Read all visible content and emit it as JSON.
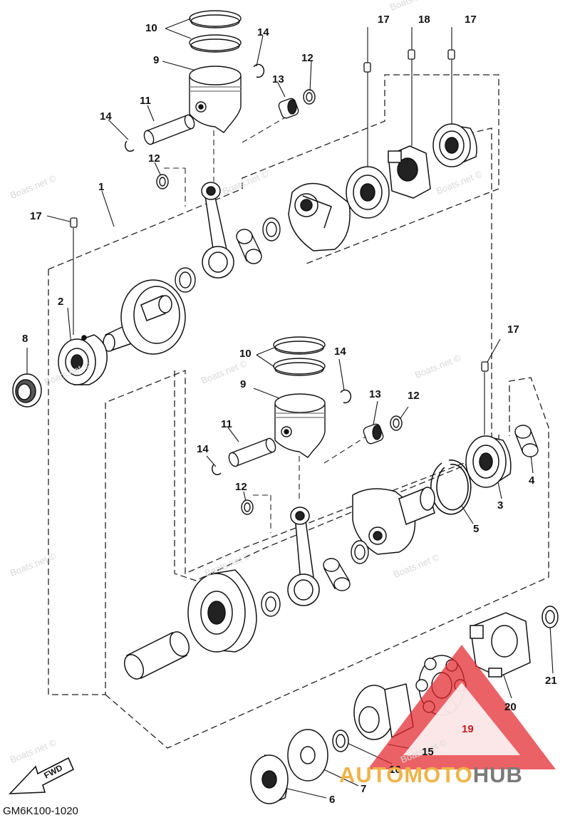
{
  "diagram_code": "GM6K100-1020",
  "fwd_label": "FWD",
  "brand": {
    "part1": "AUTOMOTO",
    "part2": "HUB",
    "red_mark_color": "#e3252b",
    "accent": "#f0b347"
  },
  "watermark": "Boats.net ©",
  "callouts": {
    "c1": "1",
    "c2": "2",
    "c3": "3",
    "c4": "4",
    "c5": "5",
    "c6": "6",
    "c7": "7",
    "c8": "8",
    "c9a": "9",
    "c9b": "9",
    "c10a": "10",
    "c10b": "10",
    "c11a": "11",
    "c11b": "11",
    "c12a": "12",
    "c12b": "12",
    "c12c": "12",
    "c12d": "12",
    "c13a": "13",
    "c13b": "13",
    "c14a": "14",
    "c14b": "14",
    "c14c": "14",
    "c14d": "14",
    "c15": "15",
    "c16": "16",
    "c17a": "17",
    "c17b": "17",
    "c17c": "17",
    "c17d": "17",
    "c18": "18",
    "c19": "19",
    "c20": "20",
    "c21": "21"
  }
}
